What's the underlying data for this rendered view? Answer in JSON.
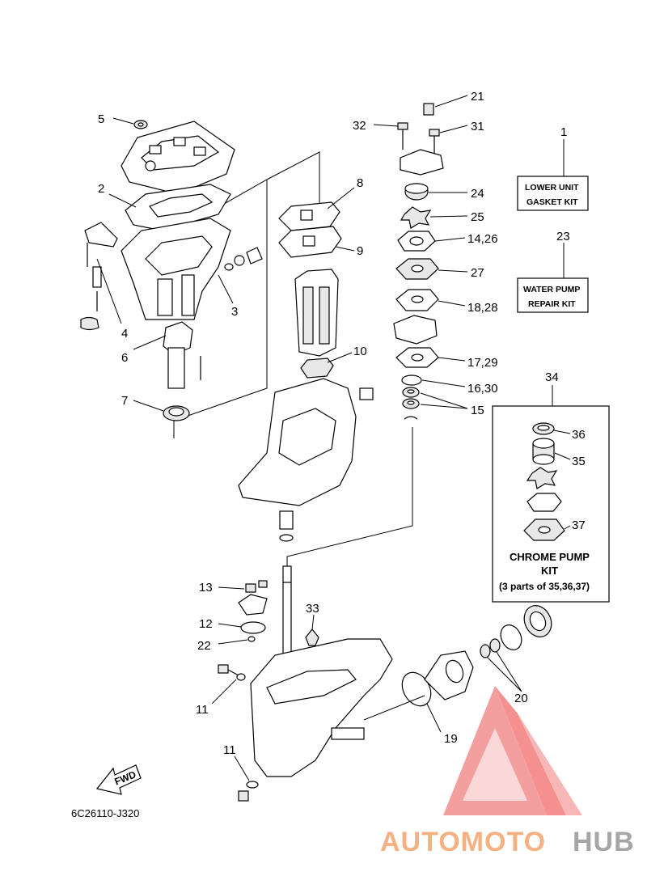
{
  "callouts": [
    {
      "id": "c5",
      "text": "5"
    },
    {
      "id": "c2",
      "text": "2"
    },
    {
      "id": "c3",
      "text": "3"
    },
    {
      "id": "c4",
      "text": "4"
    },
    {
      "id": "c6",
      "text": "6"
    },
    {
      "id": "c7",
      "text": "7"
    },
    {
      "id": "c8",
      "text": "8"
    },
    {
      "id": "c9",
      "text": "9"
    },
    {
      "id": "c10",
      "text": "10"
    },
    {
      "id": "c21",
      "text": "21"
    },
    {
      "id": "c32",
      "text": "32"
    },
    {
      "id": "c31",
      "text": "31"
    },
    {
      "id": "c24",
      "text": "24"
    },
    {
      "id": "c25",
      "text": "25"
    },
    {
      "id": "c1426",
      "text": "14,26"
    },
    {
      "id": "c27",
      "text": "27"
    },
    {
      "id": "c1828",
      "text": "18,28"
    },
    {
      "id": "c1729",
      "text": "17,29"
    },
    {
      "id": "c1630",
      "text": "16,30"
    },
    {
      "id": "c15",
      "text": "15"
    },
    {
      "id": "c1",
      "text": "1"
    },
    {
      "id": "c23",
      "text": "23"
    },
    {
      "id": "c34",
      "text": "34"
    },
    {
      "id": "c36",
      "text": "36"
    },
    {
      "id": "c35",
      "text": "35"
    },
    {
      "id": "c37",
      "text": "37"
    },
    {
      "id": "c13",
      "text": "13"
    },
    {
      "id": "c12",
      "text": "12"
    },
    {
      "id": "c22",
      "text": "22"
    },
    {
      "id": "c33",
      "text": "33"
    },
    {
      "id": "c11a",
      "text": "11"
    },
    {
      "id": "c11b",
      "text": "11"
    },
    {
      "id": "c19",
      "text": "19"
    },
    {
      "id": "c20",
      "text": "20"
    }
  ],
  "kits": {
    "gasket_line1": "LOWER UNIT",
    "gasket_line2": "GASKET KIT",
    "pump_line1": "WATER PUMP",
    "pump_line2": "REPAIR KIT",
    "chrome_line1": "CHROME PUMP",
    "chrome_line2": "KIT",
    "chrome_line3": "(3 parts of 35,36,37)"
  },
  "fwd_label": "FWD",
  "diagram_code": "6C26110-J320",
  "watermark": {
    "part1": "AUTOMOTO",
    "part2": "HUB",
    "color1": "#f4b183",
    "color2": "#a6a6a6",
    "logo_color": "#f08080"
  }
}
